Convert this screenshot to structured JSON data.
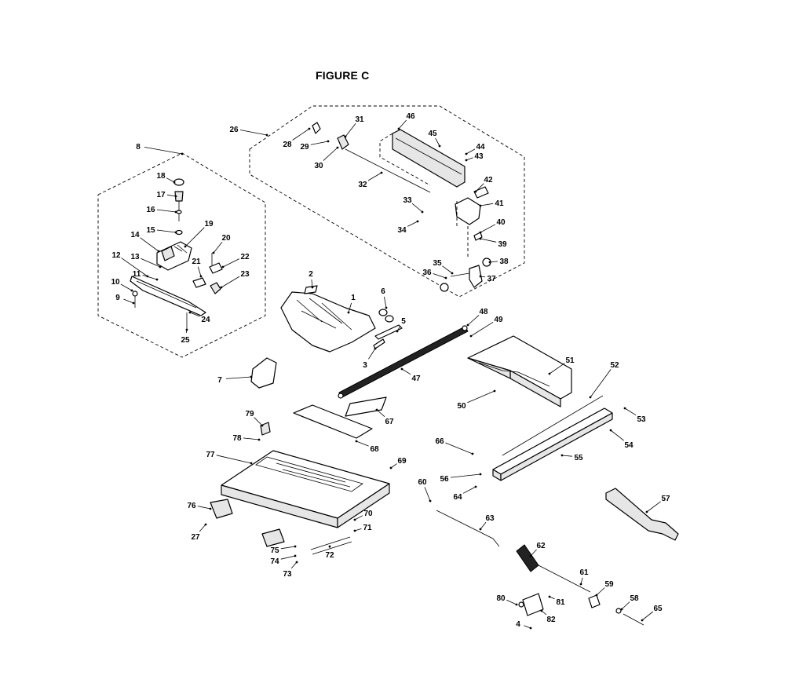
{
  "title": "FIGURE C",
  "parts": [
    "1",
    "2",
    "3",
    "4",
    "5",
    "6",
    "7",
    "8",
    "9",
    "10",
    "11",
    "12",
    "13",
    "14",
    "15",
    "16",
    "17",
    "18",
    "19",
    "20",
    "21",
    "22",
    "23",
    "24",
    "25",
    "26",
    "27",
    "28",
    "29",
    "30",
    "31",
    "32",
    "33",
    "34",
    "35",
    "36",
    "37",
    "38",
    "39",
    "40",
    "41",
    "42",
    "43",
    "44",
    "45",
    "46",
    "47",
    "48",
    "49",
    "50",
    "51",
    "52",
    "53",
    "54",
    "55",
    "56",
    "57",
    "58",
    "59",
    "60",
    "61",
    "62",
    "63",
    "64",
    "65",
    "66",
    "67",
    "68",
    "69",
    "70",
    "71",
    "72",
    "73",
    "74",
    "75",
    "76",
    "77",
    "78",
    "79",
    "80",
    "81",
    "82"
  ]
}
